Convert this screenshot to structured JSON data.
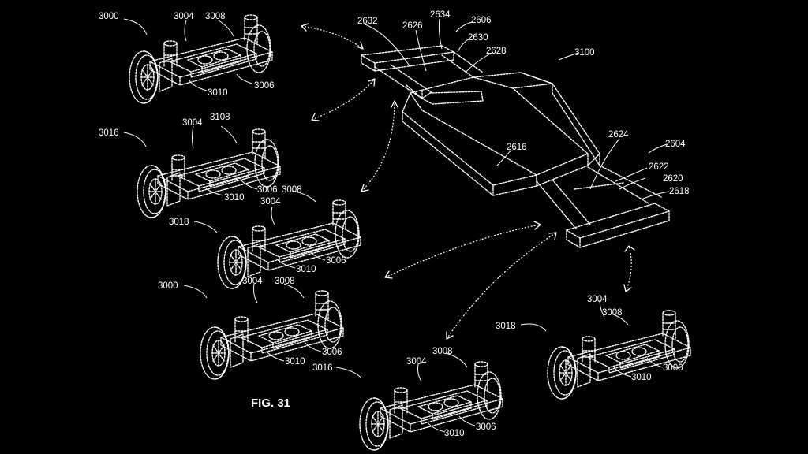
{
  "figure": {
    "label": "FIG. 31"
  },
  "chassis": {
    "id": "3100",
    "refs": [
      "2632",
      "2626",
      "2634",
      "2606",
      "2630",
      "2628",
      "2616",
      "2624",
      "2604",
      "2622",
      "2620",
      "2618"
    ]
  },
  "modules": [
    {
      "id": "m1",
      "group": "3000",
      "refs": [
        "3004",
        "3008",
        "3006",
        "3010"
      ]
    },
    {
      "id": "m2",
      "group": "3016",
      "refs": [
        "3004",
        "3108",
        "3006",
        "3010"
      ]
    },
    {
      "id": "m3",
      "group": "3018",
      "refs": [
        "3008",
        "3004",
        "3006",
        "3010"
      ]
    },
    {
      "id": "m4",
      "group": "3000",
      "refs": [
        "3004",
        "3008",
        "3006",
        "3010"
      ]
    },
    {
      "id": "m5",
      "group": "3016",
      "refs": [
        "3008",
        "3004",
        "3006",
        "3010"
      ]
    },
    {
      "id": "m6",
      "group": "3018",
      "refs": [
        "3004",
        "3008",
        "3006",
        "3010"
      ]
    }
  ],
  "colors": {
    "background": "#000000",
    "line": "#ffffff"
  }
}
